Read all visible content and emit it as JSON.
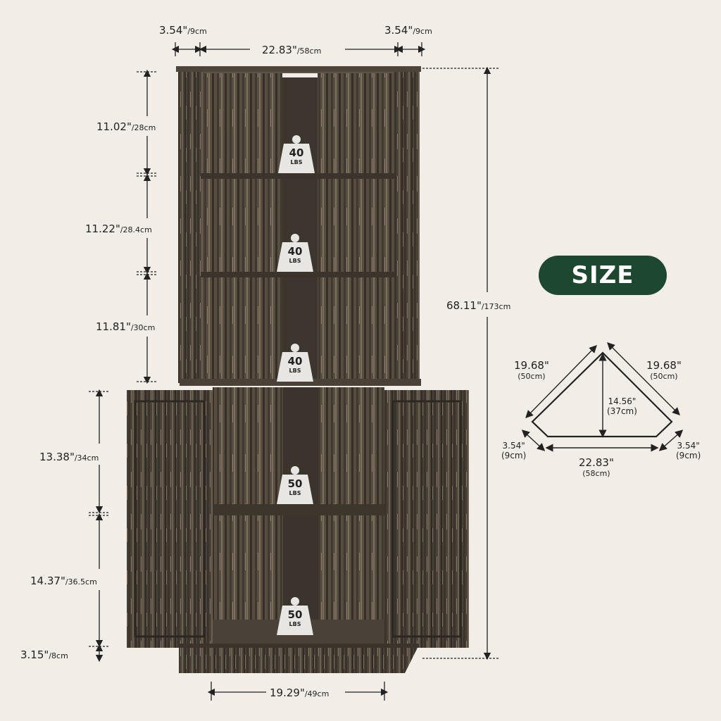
{
  "badge": {
    "text": "SIZE"
  },
  "dimensions": {
    "side_left": {
      "in": "3.54\"",
      "cm": "/9cm"
    },
    "top_width": {
      "in": "22.83\"",
      "cm": "/58cm"
    },
    "side_right": {
      "in": "3.54\"",
      "cm": "/9cm"
    },
    "shelf_1": {
      "in": "11.02\"",
      "cm": "/28cm"
    },
    "shelf_2": {
      "in": "11.22\"",
      "cm": "/28.4cm"
    },
    "shelf_3": {
      "in": "11.81\"",
      "cm": "/30cm"
    },
    "cabinet_1": {
      "in": "13.38\"",
      "cm": "/34cm"
    },
    "cabinet_2": {
      "in": "14.37\"",
      "cm": "/36.5cm"
    },
    "base": {
      "in": "3.15\"",
      "cm": "/8cm"
    },
    "total_height": {
      "in": "68.11\"",
      "cm": "/173cm"
    },
    "bottom_width": {
      "in": "19.29\"",
      "cm": "/49cm"
    }
  },
  "top_view": {
    "left_edge": {
      "in": "19.68\"",
      "cm": "(50cm)"
    },
    "right_edge": {
      "in": "19.68\"",
      "cm": "(50cm)"
    },
    "depth": {
      "in": "14.56\"",
      "cm": "(37cm)"
    },
    "front": {
      "in": "22.83\"",
      "cm": "(58cm)"
    },
    "left_side": {
      "in": "3.54\"",
      "cm": "(9cm)"
    },
    "right_side": {
      "in": "3.54\"",
      "cm": "(9cm)"
    }
  },
  "weights": [
    {
      "num": "40",
      "unit": "LBS"
    },
    {
      "num": "40",
      "unit": "LBS"
    },
    {
      "num": "40",
      "unit": "LBS"
    },
    {
      "num": "50",
      "unit": "LBS"
    },
    {
      "num": "50",
      "unit": "LBS"
    }
  ],
  "colors": {
    "badge": "#1e4730",
    "wood_dark": "#3a342c",
    "wood_mid": "#5b5247",
    "background": "#f2ede6"
  }
}
